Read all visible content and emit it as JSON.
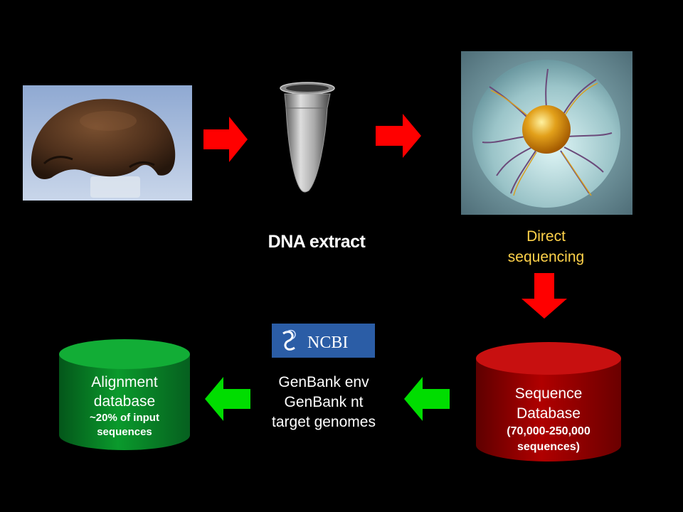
{
  "steps": {
    "dna_extract_label": "DNA extract",
    "direct_sequencing_line1": "Direct",
    "direct_sequencing_line2": "sequencing"
  },
  "sequence_database": {
    "line1": "Sequence",
    "line2": "Database",
    "line3": "(70,000-250,000",
    "line4": "sequences)"
  },
  "search": {
    "line1": "GenBank env",
    "line2": "GenBank nt",
    "line3": "target genomes",
    "logo_text": "NCBI"
  },
  "alignment_database": {
    "line1": "Alignment",
    "line2": "database",
    "line3": "~20% of input",
    "line4": "sequences"
  },
  "colors": {
    "background": "#000000",
    "red_arrow": "#ff0000",
    "green_arrow": "#00dd00",
    "direct_sequencing_text": "#ffd24a",
    "sequence_db_cylinder": "#b00000",
    "alignment_db_cylinder": "#0a9a2c",
    "ncbi_logo_bg": "#2b5da6"
  },
  "icons": [
    "skull-photo",
    "microcentrifuge-tube-icon",
    "dna-bead-illustration",
    "ncbi-logo",
    "arrow-right-icon",
    "arrow-down-icon",
    "arrow-left-icon",
    "database-cylinder-icon"
  ]
}
